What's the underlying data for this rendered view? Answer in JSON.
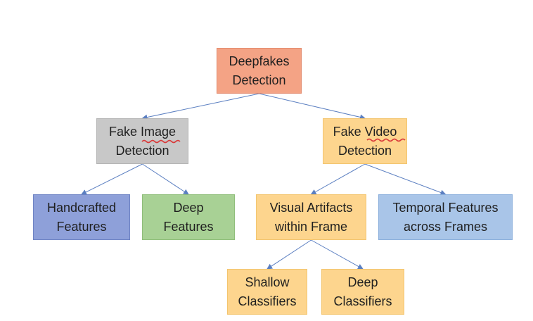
{
  "diagram": {
    "nodes": [
      {
        "id": "root",
        "text": "Deepfakes\nDetection",
        "fill": "#f4a385",
        "border": "#e28a6d"
      },
      {
        "id": "fake-image",
        "text": "Fake Image\nDetection",
        "fill": "#c8c8c8",
        "border": "#b4b4b4"
      },
      {
        "id": "fake-video",
        "text": "Fake Video\nDetection",
        "fill": "#fdd58e",
        "border": "#f3c56f"
      },
      {
        "id": "handcrafted",
        "text": "Handcrafted\nFeatures",
        "fill": "#8ea0d9",
        "border": "#6f84c4"
      },
      {
        "id": "deep-features",
        "text": "Deep\nFeatures",
        "fill": "#a8d195",
        "border": "#8fbe7a"
      },
      {
        "id": "visual-artifacts",
        "text": "Visual Artifacts\nwithin Frame",
        "fill": "#fdd58e",
        "border": "#f3c56f"
      },
      {
        "id": "temporal",
        "text": "Temporal Features\nacross Frames",
        "fill": "#a9c5e8",
        "border": "#8cb0dc"
      },
      {
        "id": "shallow",
        "text": "Shallow\nClassifiers",
        "fill": "#fdd58e",
        "border": "#f3c56f"
      },
      {
        "id": "deep-classifiers",
        "text": "Deep\nClassifiers",
        "fill": "#fdd58e",
        "border": "#f3c56f"
      }
    ],
    "edges": [
      {
        "from": "root",
        "to": "fake-image"
      },
      {
        "from": "root",
        "to": "fake-video"
      },
      {
        "from": "fake-image",
        "to": "handcrafted"
      },
      {
        "from": "fake-image",
        "to": "deep-features"
      },
      {
        "from": "fake-video",
        "to": "visual-artifacts"
      },
      {
        "from": "fake-video",
        "to": "temporal"
      },
      {
        "from": "visual-artifacts",
        "to": "shallow"
      },
      {
        "from": "visual-artifacts",
        "to": "deep-classifiers"
      }
    ],
    "colors": {
      "edge": "#5b7fc1",
      "spellcheck_underline": "#d93a3a"
    }
  }
}
